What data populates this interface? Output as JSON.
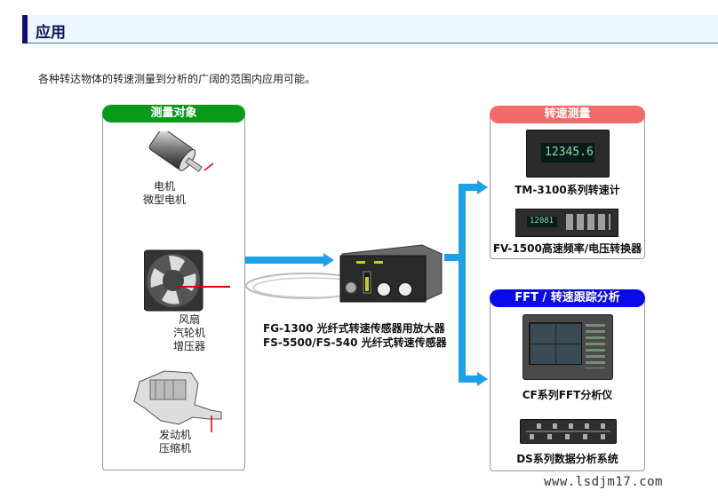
{
  "header": {
    "title": "应用"
  },
  "intro": "各种转达物体的转速测量到分析的广阔的范围内应用可能。",
  "targets": {
    "title": "测量对象",
    "color": "#0a9a1a",
    "items": [
      {
        "icon": "motor-icon",
        "lines": [
          "电机",
          "微型电机"
        ]
      },
      {
        "icon": "fan-icon",
        "lines": [
          "风扇",
          "汽轮机",
          "增压器"
        ]
      },
      {
        "icon": "engine-icon",
        "lines": [
          "发动机",
          "压缩机"
        ]
      }
    ]
  },
  "center": {
    "icon": "amplifier-icon",
    "line1": "FG-1300 光纤式转速传感器用放大器",
    "line2": "FS-5500/FS-540 光纤式转速传感器"
  },
  "speed": {
    "title": "转速测量",
    "color": "#f26b6b",
    "items": [
      {
        "icon": "tachometer-icon",
        "label": "TM-3100系列转速计",
        "display": "12345.6"
      },
      {
        "icon": "fv-converter-icon",
        "label": "FV-1500高速频率/电压转换器",
        "display": "12081"
      }
    ]
  },
  "fft": {
    "title": "FFT / 转速跟踪分析",
    "color": "#0a0ae6",
    "items": [
      {
        "icon": "fft-analyzer-icon",
        "label": "CF系列FFT分析仪"
      },
      {
        "icon": "data-system-icon",
        "label": "DS系列数据分析系统"
      }
    ]
  },
  "arrow_color": "#1ea0e6",
  "footer": "www.lsdjm17.com"
}
